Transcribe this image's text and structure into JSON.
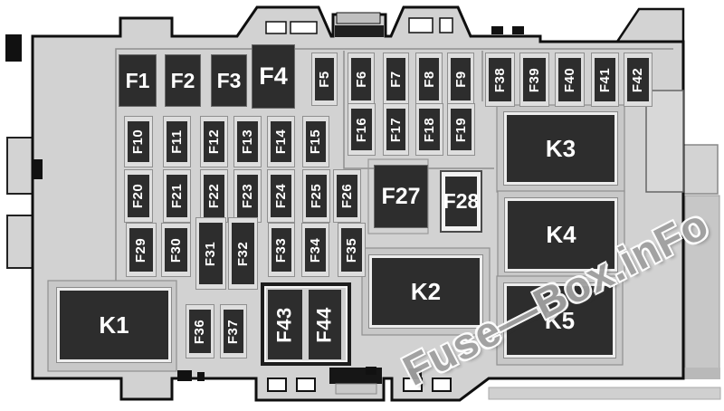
{
  "diagram": {
    "type": "fuse-box-layout",
    "watermark": "Fuse—Box.inFo"
  },
  "colors": {
    "casing_gray": "#d2d2d2",
    "fuse_dark": "#2d2d2d",
    "label_text": "#ffffff",
    "watermark_gray": "#a0a0a0"
  },
  "fuses": [
    {
      "id": "F1",
      "label": "F1"
    },
    {
      "id": "F2",
      "label": "F2"
    },
    {
      "id": "F3",
      "label": "F3"
    },
    {
      "id": "F4",
      "label": "F4"
    },
    {
      "id": "F5",
      "label": "F5"
    },
    {
      "id": "F6",
      "label": "F6"
    },
    {
      "id": "F7",
      "label": "F7"
    },
    {
      "id": "F8",
      "label": "F8"
    },
    {
      "id": "F9",
      "label": "F9"
    },
    {
      "id": "F10",
      "label": "F10"
    },
    {
      "id": "F11",
      "label": "F11"
    },
    {
      "id": "F12",
      "label": "F12"
    },
    {
      "id": "F13",
      "label": "F13"
    },
    {
      "id": "F14",
      "label": "F14"
    },
    {
      "id": "F15",
      "label": "F15"
    },
    {
      "id": "F16",
      "label": "F16"
    },
    {
      "id": "F17",
      "label": "F17"
    },
    {
      "id": "F18",
      "label": "F18"
    },
    {
      "id": "F19",
      "label": "F19"
    },
    {
      "id": "F20",
      "label": "F20"
    },
    {
      "id": "F21",
      "label": "F21"
    },
    {
      "id": "F22",
      "label": "F22"
    },
    {
      "id": "F23",
      "label": "F23"
    },
    {
      "id": "F24",
      "label": "F24"
    },
    {
      "id": "F25",
      "label": "F25"
    },
    {
      "id": "F26",
      "label": "F26"
    },
    {
      "id": "F27",
      "label": "F27"
    },
    {
      "id": "F28",
      "label": "F28"
    },
    {
      "id": "F29",
      "label": "F29"
    },
    {
      "id": "F30",
      "label": "F30"
    },
    {
      "id": "F31",
      "label": "F31"
    },
    {
      "id": "F32",
      "label": "F32"
    },
    {
      "id": "F33",
      "label": "F33"
    },
    {
      "id": "F34",
      "label": "F34"
    },
    {
      "id": "F35",
      "label": "F35"
    },
    {
      "id": "F36",
      "label": "F36"
    },
    {
      "id": "F37",
      "label": "F37"
    },
    {
      "id": "F38",
      "label": "F38"
    },
    {
      "id": "F39",
      "label": "F39"
    },
    {
      "id": "F40",
      "label": "F40"
    },
    {
      "id": "F41",
      "label": "F41"
    },
    {
      "id": "F42",
      "label": "F42"
    },
    {
      "id": "F43",
      "label": "F43"
    },
    {
      "id": "F44",
      "label": "F44"
    }
  ],
  "relays": [
    {
      "id": "K1",
      "label": "K1"
    },
    {
      "id": "K2",
      "label": "K2"
    },
    {
      "id": "K3",
      "label": "K3"
    },
    {
      "id": "K4",
      "label": "K4"
    },
    {
      "id": "K5",
      "label": "K5"
    }
  ]
}
